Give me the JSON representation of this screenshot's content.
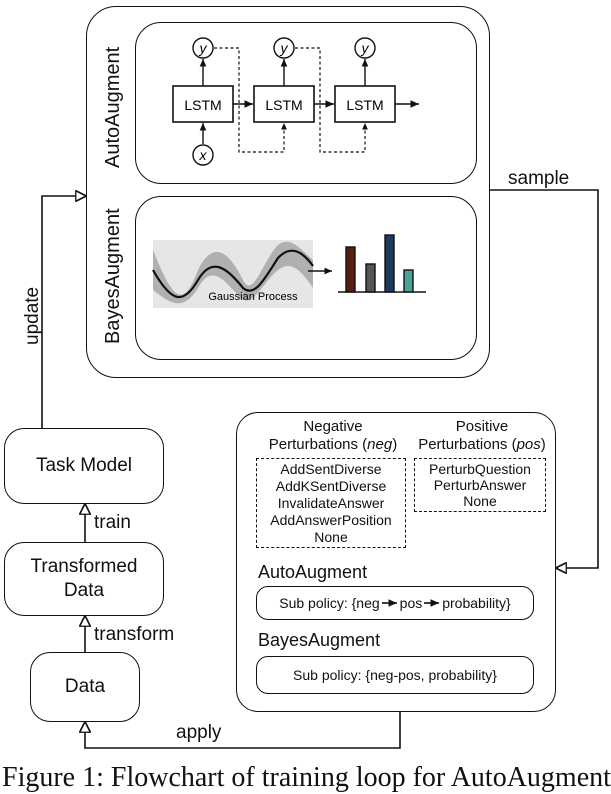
{
  "search_space": {
    "autoaugment_label": "AutoAugment",
    "bayesaugment_label": "BayesAugment",
    "lstm_label": "LSTM",
    "y_label": "y",
    "x_label": "x",
    "gp_label": "Gaussian Process"
  },
  "edges": {
    "sample": "sample",
    "update": "update",
    "train": "train",
    "transform": "transform",
    "apply": "apply"
  },
  "pipeline": {
    "task_model": "Task Model",
    "transformed_data_line1": "Transformed",
    "transformed_data_line2": "Data",
    "data": "Data"
  },
  "policy": {
    "neg_title_line1": "Negative",
    "neg_title_line2_prefix": "Perturbations (",
    "neg_title_italic": "neg",
    "neg_title_suffix": ")",
    "pos_title_line1": "Positive",
    "pos_title_line2_prefix": "Perturbations (",
    "pos_title_italic": "pos",
    "pos_title_suffix": ")",
    "neg_items": [
      "AddSentDiverse",
      "AddKSentDiverse",
      "InvalidateAnswer",
      "AddAnswerPosition",
      "None"
    ],
    "pos_items": [
      "PerturbQuestion",
      "PerturbAnswer",
      "None"
    ],
    "autoaugment_heading": "AutoAugment",
    "autoaugment_subpolicy_prefix": "Sub policy: {neg",
    "autoaugment_subpolicy_mid": "pos",
    "autoaugment_subpolicy_suffix": "probability}",
    "bayesaugment_heading": "BayesAugment",
    "bayesaugment_subpolicy": "Sub policy: {neg-pos, probability}"
  },
  "caption": "Figure 1: Flowchart of training loop for AutoAugment",
  "colors": {
    "bar1": "#5a1e10",
    "bar2": "#555555",
    "bar3": "#1f3a5c",
    "bar4": "#4aa395"
  }
}
